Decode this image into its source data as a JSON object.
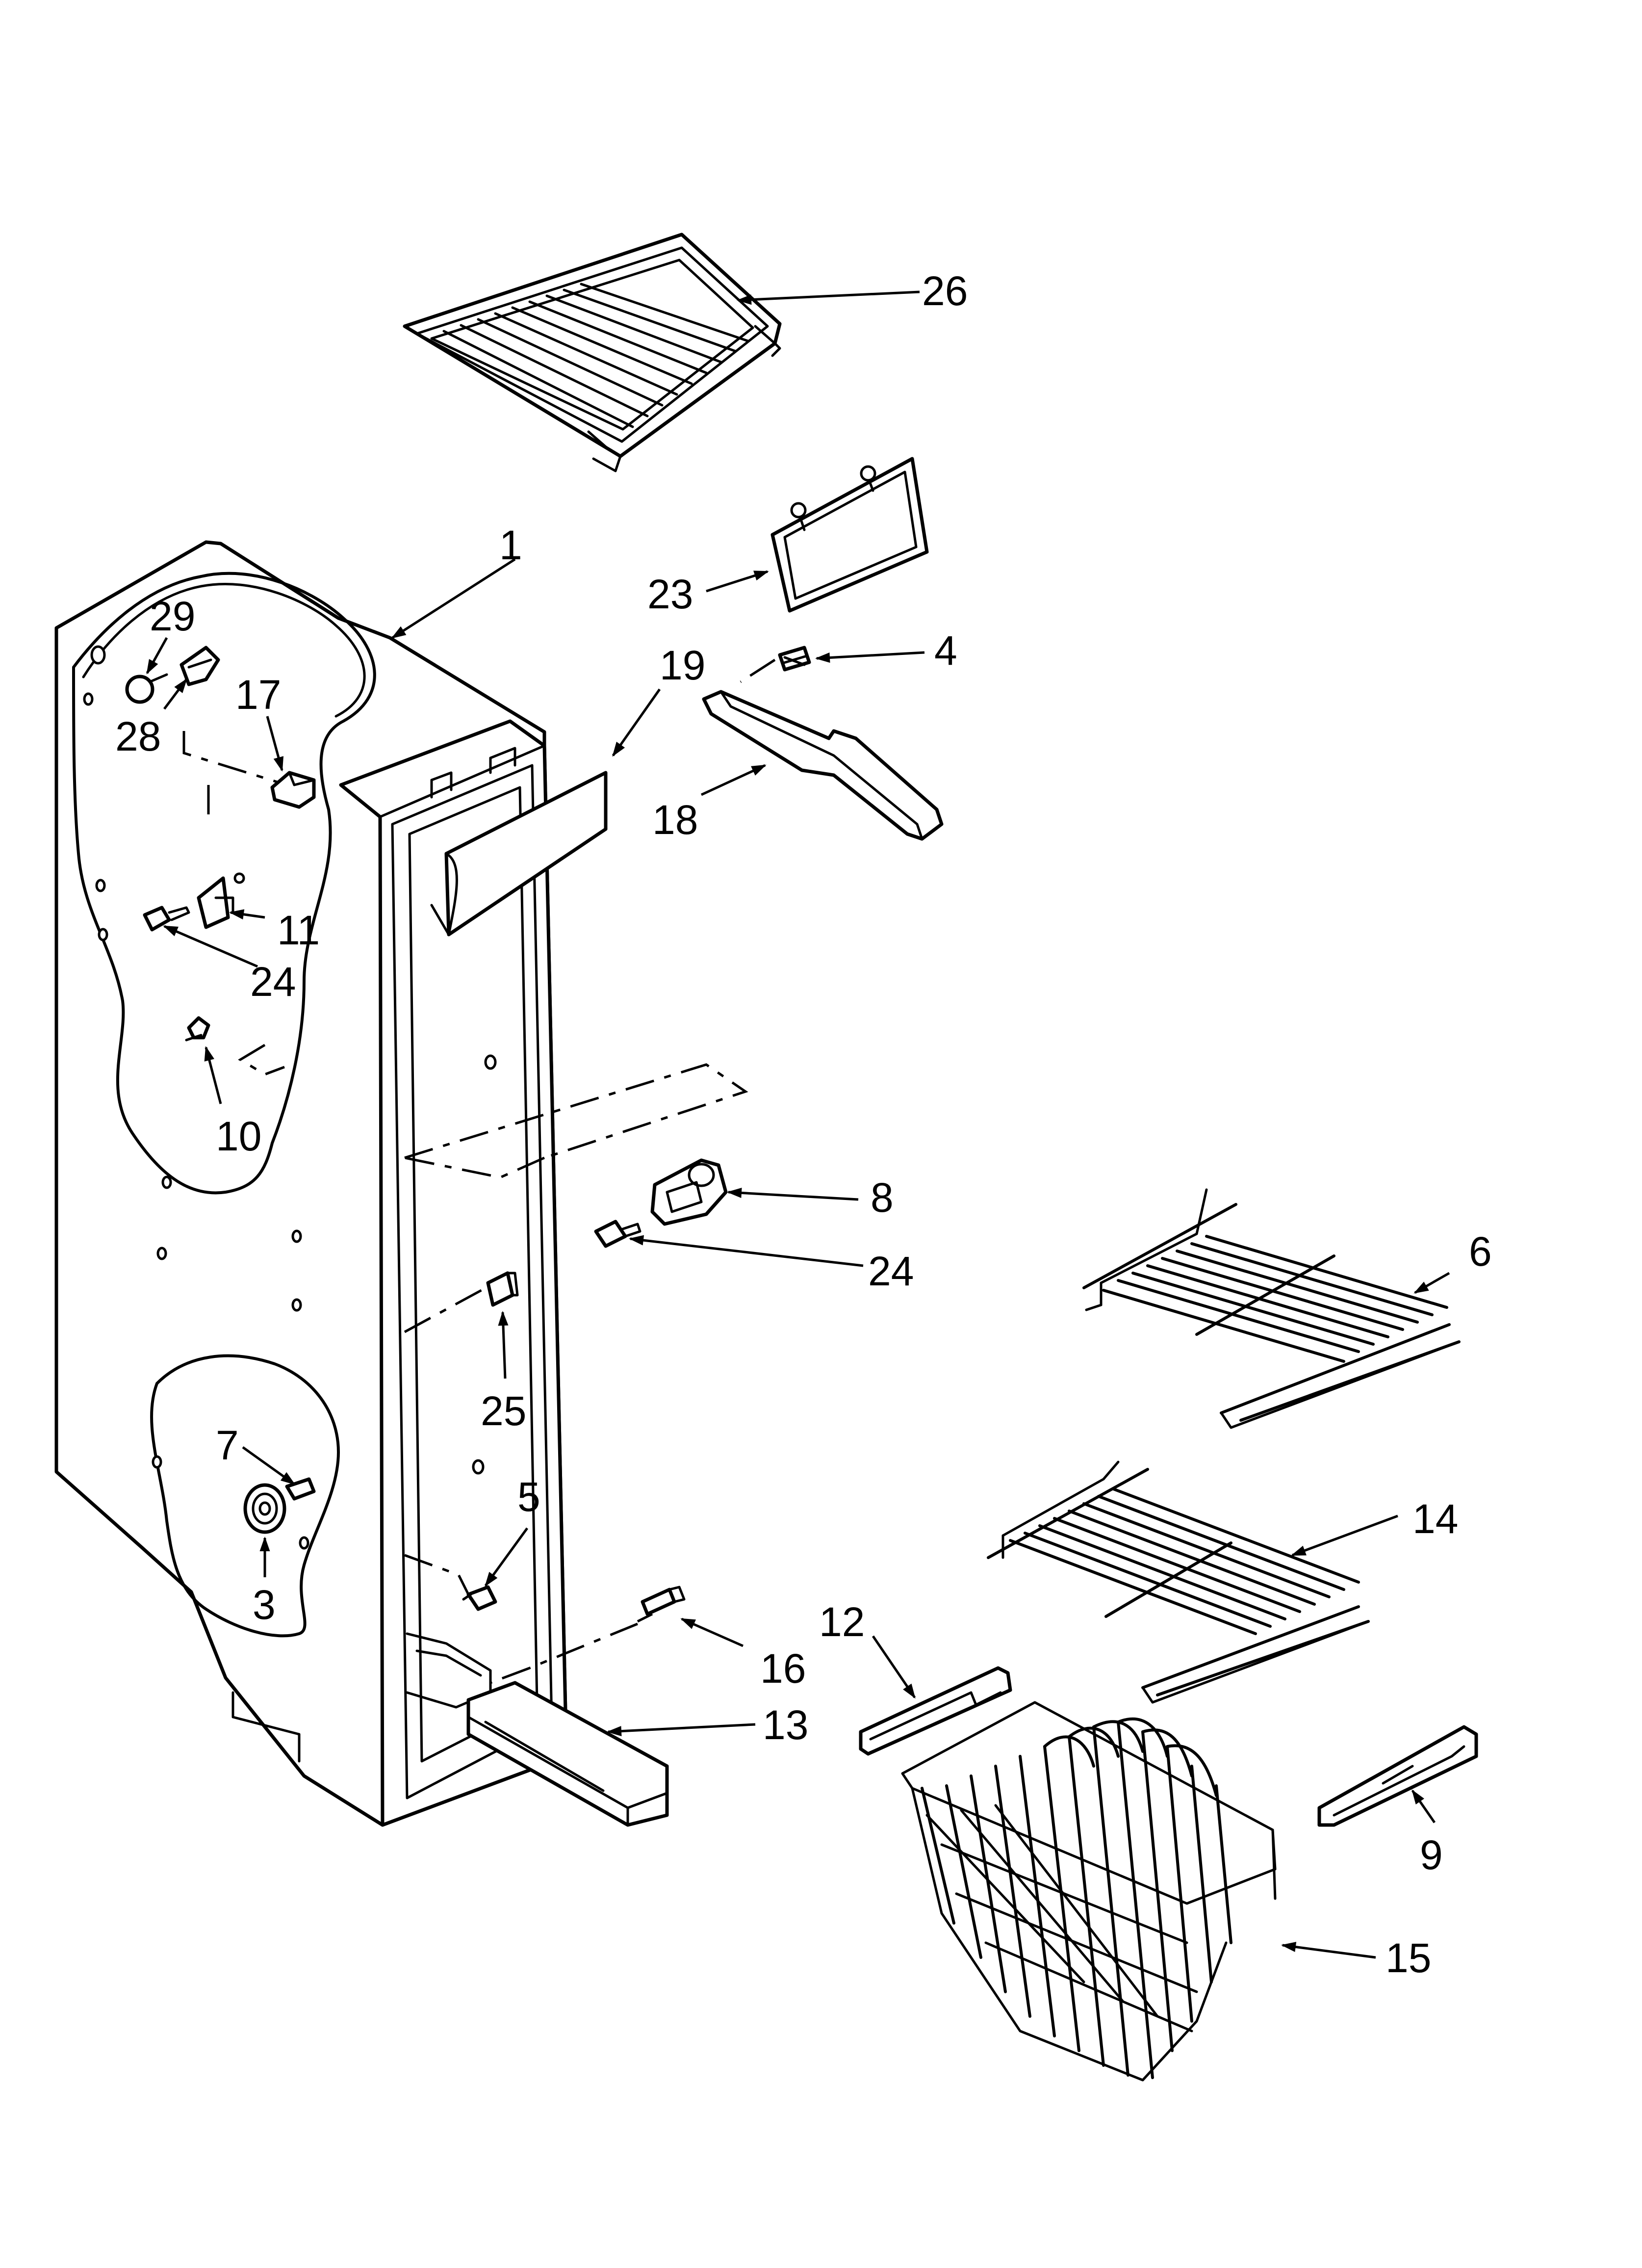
{
  "diagram": {
    "callouts": [
      {
        "id": "1",
        "label": "1"
      },
      {
        "id": "3",
        "label": "3"
      },
      {
        "id": "4",
        "label": "4"
      },
      {
        "id": "5",
        "label": "5"
      },
      {
        "id": "6",
        "label": "6"
      },
      {
        "id": "7",
        "label": "7"
      },
      {
        "id": "8",
        "label": "8"
      },
      {
        "id": "9",
        "label": "9"
      },
      {
        "id": "10",
        "label": "10"
      },
      {
        "id": "11",
        "label": "11"
      },
      {
        "id": "12",
        "label": "12"
      },
      {
        "id": "13",
        "label": "13"
      },
      {
        "id": "14",
        "label": "14"
      },
      {
        "id": "15",
        "label": "15"
      },
      {
        "id": "16",
        "label": "16"
      },
      {
        "id": "17",
        "label": "17"
      },
      {
        "id": "18",
        "label": "18"
      },
      {
        "id": "19",
        "label": "19"
      },
      {
        "id": "23",
        "label": "23"
      },
      {
        "id": "24a",
        "label": "24"
      },
      {
        "id": "24b",
        "label": "24"
      },
      {
        "id": "25",
        "label": "25"
      },
      {
        "id": "26",
        "label": "26"
      },
      {
        "id": "28",
        "label": "28"
      },
      {
        "id": "29",
        "label": "29"
      }
    ]
  }
}
